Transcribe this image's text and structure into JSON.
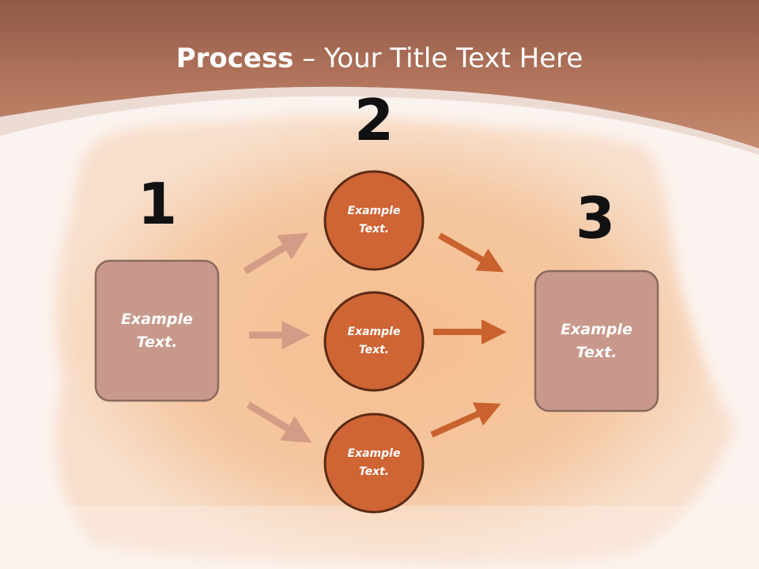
{
  "title": {
    "bold": "Process",
    "rest": " – Your Title Text Here"
  },
  "colors": {
    "header": "#a86a52",
    "box_fill": "#c8988a",
    "box_stroke": "#8a6a5e",
    "circle_fill": "#cf6434",
    "circle_stroke": "#5a2a14",
    "arrow_light": "#d29d86",
    "arrow_dark": "#c9622e"
  },
  "steps": {
    "n1": "1",
    "n2": "2",
    "n3": "3"
  },
  "nodes": {
    "box_left": "Example\nText.",
    "circle_top": "Example\nText.",
    "circle_middle": "Example\nText.",
    "circle_bottom": "Example\nText.",
    "box_right": "Example\nText."
  }
}
